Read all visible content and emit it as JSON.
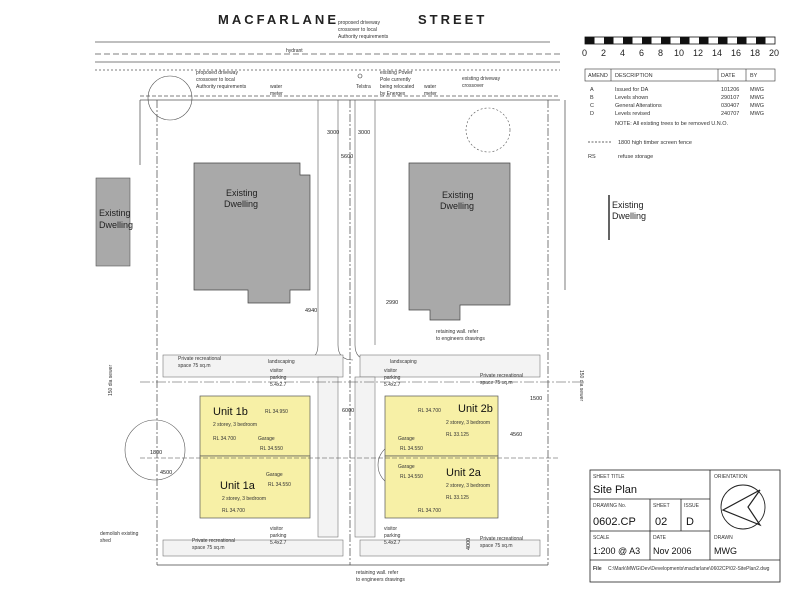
{
  "street": {
    "left": "MACFARLANE",
    "right": "STREET"
  },
  "scale_bar": {
    "ticks": [
      "0",
      "2",
      "4",
      "6",
      "8",
      "10",
      "12",
      "14",
      "16",
      "18",
      "20"
    ]
  },
  "amendments": {
    "headers": [
      "AMEND",
      "DESCRIPTION",
      "DATE",
      "BY"
    ],
    "rows": [
      {
        "amend": "A",
        "desc": "Issued for DA",
        "date": "101206",
        "by": "MWG"
      },
      {
        "amend": "B",
        "desc": "Levels shown",
        "date": "290107",
        "by": "MWG"
      },
      {
        "amend": "C",
        "desc": "General Alterations",
        "date": "030407",
        "by": "MWG"
      },
      {
        "amend": "D",
        "desc": "Levels revised",
        "date": "240707",
        "by": "MWG"
      }
    ],
    "note": "NOTE: All existing trees to be removed U.N.O."
  },
  "legend": {
    "fence": "1800 high timber screen fence",
    "rs_code": "RS",
    "rs": "refuse storage"
  },
  "existing_dwelling": "Existing Dwelling",
  "existing_dwelling_left": "Existing Dwelling",
  "existing_dwelling_right": "Existing Dwelling",
  "annotations": {
    "driveway_center": "proposed driveway crossover to local Authority requirements",
    "hydrant": "hydrant",
    "driveway_left": "proposed driveway crossover to local Authority requirements",
    "water_meter_l": "water meter",
    "power_pole": "existing Power Pole currently being relocated by Energex",
    "telstra": "Telstra",
    "water_meter_r": "water meter",
    "existing_driveway": "existing driveway crossover",
    "dim_3000_a": "3000",
    "dim_3000_b": "3000",
    "dim_5600": "5600",
    "dim_2990": "2990",
    "dim_6000": "6000",
    "dim_4940": "4940",
    "retaining_wall_top": "retaining wall. refer to engineers drawings",
    "landscaping_l": "landscaping",
    "landscaping_r": "landscaping",
    "private_space_l": "Private recreational space 75 sq.m",
    "private_space_r": "Private recreational space 75 sq.m",
    "visitor_parking_l": "visitor parking 5.4x2.7",
    "visitor_parking_r": "visitor parking 5.4x2.7",
    "sewer_l": "150 dia sewer",
    "sewer_r": "150 dia sewer",
    "demolish_shed": "demolish existing shed",
    "private_space_bl": "Private recreational space 75 sq.m",
    "visitor_parking_bl": "visitor parking 5.4x2.7",
    "visitor_parking_br": "visitor parking 5.4x2.7",
    "private_space_br": "Private recreational space 75 sq.m",
    "retaining_wall_bottom": "retaining wall. refer to engineers drawings",
    "dim_1800": "1800",
    "dim_4500": "4500",
    "dim_1500": "1500",
    "dim_4560": "4560",
    "dim_4000": "4000"
  },
  "units": [
    {
      "name": "Unit 1b",
      "desc": "2 storey, 3 bedroom",
      "rl": "RL 34.700",
      "rl2": "RL 34.950",
      "garage": "Garage",
      "garage_rl": "RL 34.550"
    },
    {
      "name": "Unit 1a",
      "desc": "2 storey, 3 bedroom",
      "rl": "RL 34.700",
      "garage": "Garage",
      "garage_rl": "RL 34.550"
    },
    {
      "name": "Unit 2b",
      "desc": "2 storey, 3 bedroom",
      "rl": "RL 33.125",
      "rl2": "RL 34.700",
      "garage": "Garage",
      "garage_rl": "RL 34.550"
    },
    {
      "name": "Unit 2a",
      "desc": "2 storey, 3 bedroom",
      "rl": "RL 33.125",
      "rl2": "RL 34.700",
      "garage": "Garage",
      "garage_rl": "RL 34.550"
    }
  ],
  "title_block": {
    "sheet_title_label": "SHEET TITLE",
    "sheet_title": "Site Plan",
    "orientation_label": "ORIENTATION",
    "drawing_no_label": "DRAWING No.",
    "drawing_no": "0602.CP",
    "sheet_label": "SHEET",
    "sheet": "02",
    "issue_label": "ISSUE",
    "issue": "D",
    "scale_label": "SCALE",
    "scale": "1:200 @ A3",
    "date_label": "DATE",
    "date": "Nov 2006",
    "drawn_label": "DRAWN",
    "drawn": "MWG",
    "file_label": "File",
    "file": "C:\\Mark\\MWG\\Dev\\Developments\\macfarlane\\0602CP\\02-SitePlan2.dwg"
  },
  "colors": {
    "unit_fill": "#f7f0a6",
    "dwelling_fill": "#a9a9a9",
    "road_fill": "#d6d6d6",
    "line": "#333333"
  }
}
